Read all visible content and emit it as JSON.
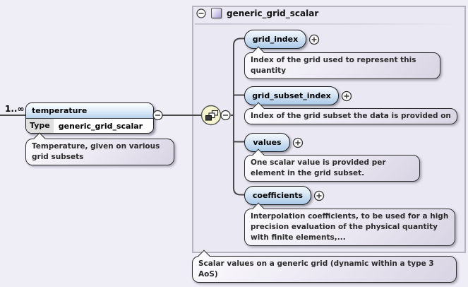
{
  "diagram": {
    "root": {
      "occurrence": "1..∞",
      "name": "temperature",
      "type_label": "Type",
      "type_value": "generic_grid_scalar",
      "annotation": "Temperature, given on various grid subsets"
    },
    "type_panel": {
      "title": "generic_grid_scalar",
      "children": [
        {
          "name": "grid_index",
          "annotation": "Index of the grid used to represent this quantity"
        },
        {
          "name": "grid_subset_index",
          "annotation": "Index of the grid subset the data is provided on"
        },
        {
          "name": "values",
          "annotation": "One scalar value is provided per element in the grid subset."
        },
        {
          "name": "coefficients",
          "annotation": "Interpolation coefficients, to be used for a high precision evaluation of the physical quantity with finite elements,..."
        }
      ],
      "annotation": "Scalar values on a generic grid (dynamic within a type 3 AoS)"
    },
    "icons": {
      "collapse": "minus-circle-icon",
      "expand": "plus-circle-icon",
      "compositor": "sequence-compositor-icon",
      "type_badge": "complex-type-square-icon"
    },
    "colors": {
      "page_background": "#efedf6",
      "panel_background": "#eae8f2",
      "element_fill_top": "#f4f9fd",
      "element_fill_bottom": "#a9c9e8",
      "annotation_fill": "#e9e6f1",
      "compositor_fill": "#f7f5cf",
      "connector": "#4a4a4a"
    }
  }
}
